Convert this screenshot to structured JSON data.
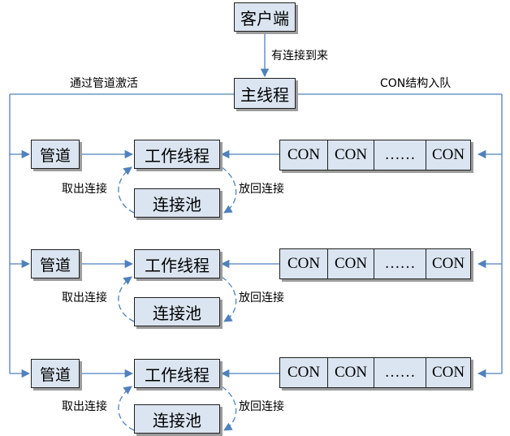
{
  "client": "客户端",
  "main_thread": "主线程",
  "on_connect": "有连接到来",
  "left_note": "通过管道激活",
  "right_note": "CON结构入队",
  "rows": [
    {
      "pipe": "管道",
      "worker": "工作线程",
      "pool": "连接池",
      "take": "取出连接",
      "put": "放回连接",
      "queue": [
        "CON",
        "CON",
        "……",
        "CON"
      ]
    },
    {
      "pipe": "管道",
      "worker": "工作线程",
      "pool": "连接池",
      "take": "取出连接",
      "put": "放回连接",
      "queue": [
        "CON",
        "CON",
        "……",
        "CON"
      ]
    },
    {
      "pipe": "管道",
      "worker": "工作线程",
      "pool": "连接池",
      "take": "取出连接",
      "put": "放回连接",
      "queue": [
        "CON",
        "CON",
        "……",
        "CON"
      ]
    }
  ],
  "colors": {
    "box_fill": "#dbe5f1",
    "line": "#4f81bd",
    "border": "#1f1f1f"
  }
}
